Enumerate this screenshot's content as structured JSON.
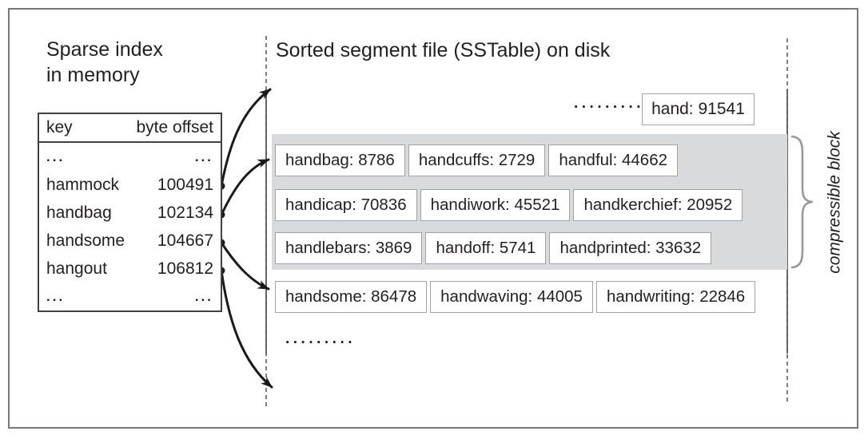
{
  "titles": {
    "left_line1": "Sparse index",
    "left_line2": "in memory",
    "right": "Sorted segment file (SSTable) on disk"
  },
  "index_table": {
    "header_key": "key",
    "header_offset": "byte offset",
    "rows": [
      {
        "key": "...",
        "offset": "..."
      },
      {
        "key": "hammock",
        "offset": "100491"
      },
      {
        "key": "handbag",
        "offset": "102134"
      },
      {
        "key": "handsome",
        "offset": "104667"
      },
      {
        "key": "hangout",
        "offset": "106812"
      },
      {
        "key": "...",
        "offset": "..."
      }
    ]
  },
  "sstable": {
    "ellipsis_top": ".........",
    "top_entry": "hand: 91541",
    "compressible_rows": [
      [
        "handbag: 8786",
        "handcuffs: 2729",
        "handful: 44662"
      ],
      [
        "handicap: 70836",
        "handiwork: 45521",
        "handkerchief: 20952"
      ],
      [
        "handlebars: 3869",
        "handoff: 5741",
        "handprinted: 33632"
      ]
    ],
    "next_row": [
      "handsome: 86478",
      "handwaving: 44005",
      "handwriting: 22846"
    ],
    "ellipsis_bottom": ".........",
    "block_label": "compressible block"
  },
  "colors": {
    "text": "#231f20",
    "block_bg": "#d9dadb",
    "box_border": "#a0a2a5",
    "table_border": "#414042",
    "frame_border": "#77787b",
    "dashed_line": "#6d6e71",
    "arrow": "#1a1a1a",
    "brace": "#96989b"
  }
}
